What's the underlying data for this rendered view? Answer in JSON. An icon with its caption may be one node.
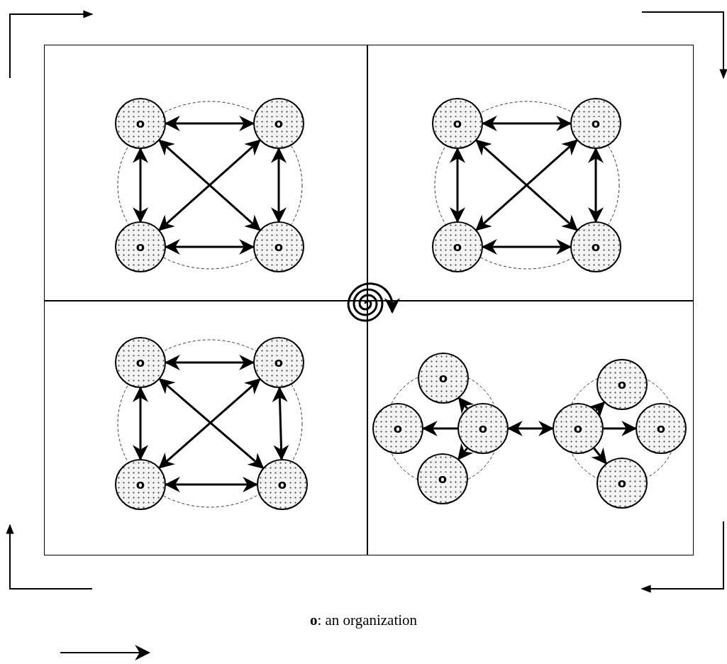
{
  "diagram": {
    "nodes": [
      {
        "text": [
          "o"
        ]
      },
      {
        "text": [
          "o"
        ]
      },
      {
        "text": [
          "o"
        ]
      },
      {
        "text": [
          "o"
        ]
      },
      {
        "text": [
          "o"
        ]
      },
      {
        "text": [
          "o"
        ]
      },
      {
        "text": [
          "o"
        ]
      },
      {
        "text": [
          "o"
        ]
      },
      {
        "text": [
          "o"
        ]
      },
      {
        "text": [
          "o"
        ]
      },
      {
        "text": [
          "o"
        ]
      },
      {
        "text": [
          "o"
        ]
      },
      {
        "text": [
          "o"
        ]
      },
      {
        "text": [
          "o"
        ]
      },
      {
        "text": [
          "o"
        ]
      },
      {
        "text": [
          "o"
        ]
      },
      {
        "text": [
          "o"
        ]
      },
      {
        "text": [
          "o"
        ]
      },
      {
        "text": [
          "o"
        ]
      },
      {
        "text": [
          "o"
        ]
      }
    ],
    "edges": [
      {
        "from": 0,
        "to": 1,
        "arrow": "both"
      },
      {
        "from": 0,
        "to": 2,
        "arrow": "both"
      },
      {
        "from": 1,
        "to": 3,
        "arrow": "both"
      },
      {
        "from": 2,
        "to": 3,
        "arrow": "both"
      },
      {
        "from": 0,
        "to": 3,
        "arrow": "both"
      },
      {
        "from": 1,
        "to": 2,
        "arrow": "both"
      },
      {
        "from": 4,
        "to": 5,
        "arrow": "both"
      },
      {
        "from": 4,
        "to": 6,
        "arrow": "both"
      },
      {
        "from": 5,
        "to": 7,
        "arrow": "both"
      },
      {
        "from": 6,
        "to": 7,
        "arrow": "both"
      },
      {
        "from": 4,
        "to": 7,
        "arrow": "both"
      },
      {
        "from": 5,
        "to": 6,
        "arrow": "both"
      },
      {
        "from": 8,
        "to": 9,
        "arrow": "both"
      },
      {
        "from": 8,
        "to": 10,
        "arrow": "both"
      },
      {
        "from": 9,
        "to": 11,
        "arrow": "both"
      },
      {
        "from": 10,
        "to": 11,
        "arrow": "both"
      },
      {
        "from": 8,
        "to": 11,
        "arrow": "both"
      },
      {
        "from": 9,
        "to": 10,
        "arrow": "both"
      },
      {
        "from": 14,
        "to": 12,
        "arrow": "to"
      },
      {
        "from": 14,
        "to": 13,
        "arrow": "to"
      },
      {
        "from": 14,
        "to": 15,
        "arrow": "to"
      },
      {
        "from": 14,
        "to": 16,
        "arrow": "both"
      },
      {
        "from": 16,
        "to": 17,
        "arrow": "to"
      },
      {
        "from": 16,
        "to": 18,
        "arrow": "to"
      },
      {
        "from": 16,
        "to": 19,
        "arrow": "to"
      }
    ],
    "labels": [
      "**o**: an organization"
    ]
  }
}
